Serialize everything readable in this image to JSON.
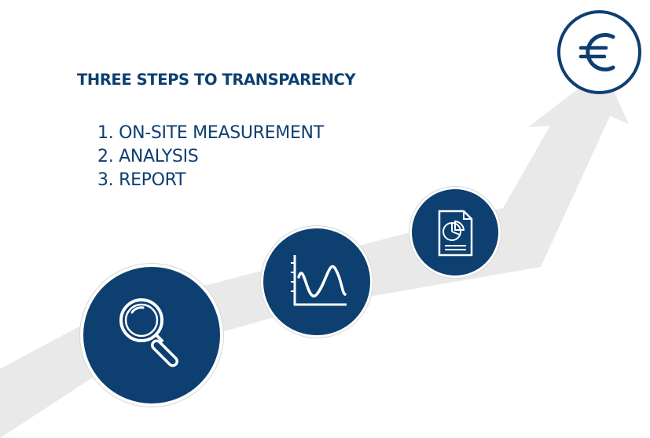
{
  "heading": "THREE STEPS TO TRANSPARENCY",
  "steps": [
    {
      "label": "1. ON-SITE MEASUREMENT"
    },
    {
      "label": "2. ANALYSIS"
    },
    {
      "label": "3. REPORT"
    }
  ],
  "icons": {
    "measurement": "magnifying-glass-icon",
    "analysis": "line-chart-icon",
    "report": "pie-chart-report-icon",
    "goal": "euro-icon"
  },
  "colors": {
    "primary": "#0d3f71",
    "arrow": "#e9e9e9",
    "background": "#ffffff",
    "icon_stroke": "#ffffff"
  }
}
